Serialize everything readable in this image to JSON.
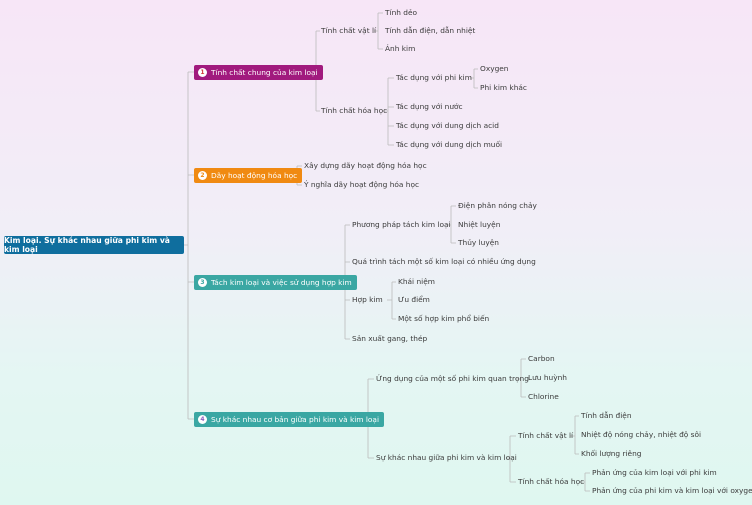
{
  "root": "Kim loại. Sự khác nhau giữa phi kim và kim loại",
  "branches": [
    {
      "num": "1",
      "label": "Tính chất chung của kim loại",
      "children": [
        {
          "label": "Tính chất vật lí",
          "children": [
            "Tính dẻo",
            "Tính dẫn điện, dẫn nhiệt",
            "Ánh kim"
          ]
        },
        {
          "label": "Tính chất hóa học",
          "children": [
            {
              "label": "Tác dụng với phi kim",
              "children": [
                "Oxygen",
                "Phi kim khác"
              ]
            },
            "Tác dụng với nước",
            "Tác dụng với dung dịch acid",
            "Tác dụng với dung dịch muối"
          ]
        }
      ]
    },
    {
      "num": "2",
      "label": "Dãy hoạt động hóa học",
      "children": [
        "Xây dựng dãy hoạt động hóa học",
        "Ý nghĩa dãy hoạt động hóa học"
      ]
    },
    {
      "num": "3",
      "label": "Tách kim loại và việc sử dụng hợp kim",
      "children": [
        {
          "label": "Phương pháp tách kim loại",
          "children": [
            "Điện phân nóng chảy",
            "Nhiệt luyện",
            "Thủy luyện"
          ]
        },
        "Quá trình tách một số kim loại có nhiều ứng dụng",
        {
          "label": "Hợp kim",
          "children": [
            "Khái niệm",
            "Ưu điểm",
            "Một số hợp kim phổ biến"
          ]
        },
        "Sản xuất gang, thép"
      ]
    },
    {
      "num": "4",
      "label": "Sự khác nhau cơ bản giữa phi kim và kim loại",
      "children": [
        {
          "label": "Ứng dụng của một số phi kim quan trọng",
          "children": [
            "Carbon",
            "Lưu huỳnh",
            "Chlorine"
          ]
        },
        {
          "label": "Sự khác nhau giữa phi kim và kim loại",
          "children": [
            {
              "label": "Tính chất vật lí",
              "children": [
                "Tính dẫn điện",
                "Nhiệt độ nóng chảy, nhiệt độ sôi",
                "Khối lượng riêng"
              ]
            },
            {
              "label": "Tính chất hóa học",
              "children": [
                "Phản ứng của kim loại với phi kim",
                "Phản ứng của phi kim và kim loại với oxygen"
              ]
            }
          ]
        }
      ]
    }
  ]
}
